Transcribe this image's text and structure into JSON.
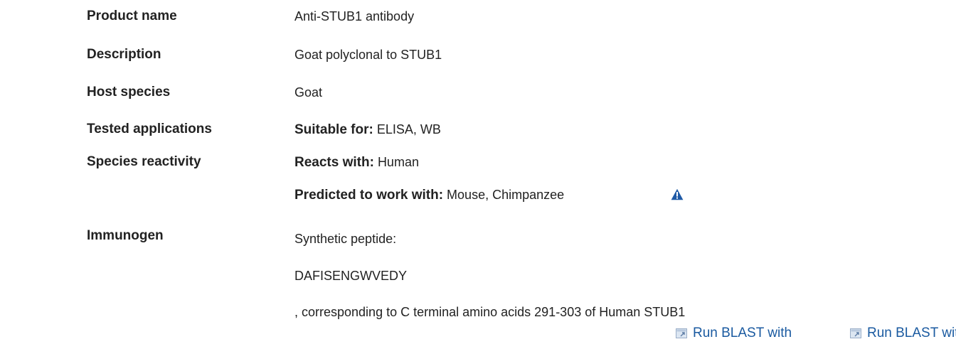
{
  "rows": {
    "product_name": {
      "label": "Product name",
      "value": "Anti-STUB1 antibody"
    },
    "description": {
      "label": "Description",
      "value": "Goat polyclonal to STUB1"
    },
    "host_species": {
      "label": "Host species",
      "value": "Goat"
    },
    "tested_applications": {
      "label": "Tested applications",
      "prefix": "Suitable for:",
      "value": "ELISA, WB"
    },
    "species_reactivity": {
      "label": "Species reactivity",
      "reacts_prefix": "Reacts with:",
      "reacts_value": "Human",
      "predicted_prefix": "Predicted to work with:",
      "predicted_value": "Mouse, Chimpanzee",
      "warning_icon": "warning-triangle-icon",
      "warning_color": "#1f5aa6"
    },
    "immunogen": {
      "label": "Immunogen",
      "line1": "Synthetic peptide:",
      "line2": "DAFISENGWVEDY",
      "line3": ", corresponding to C terminal amino acids 291-303 of Human STUB1"
    }
  },
  "blast_links": [
    {
      "label": "Run BLAST with",
      "icon": "external-link-icon"
    },
    {
      "label": "Run BLAST with",
      "icon": "external-link-icon"
    }
  ],
  "colors": {
    "text": "#222222",
    "link": "#1a5aa0"
  }
}
